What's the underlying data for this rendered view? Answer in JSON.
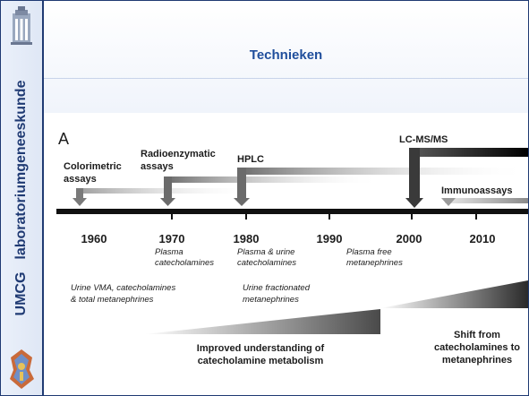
{
  "header": {
    "title": "Technieken"
  },
  "sidebar": {
    "org": "UMCG",
    "department": "laboratoriumgeneeskunde"
  },
  "figure": {
    "panel_label": "A",
    "techniques": [
      {
        "line1": "Colorimetric",
        "line2": "assays"
      },
      {
        "line1": "Radioenzymatic",
        "line2": "assays"
      },
      {
        "line1": "HPLC",
        "line2": ""
      },
      {
        "line1": "LC-MS/MS",
        "line2": ""
      },
      {
        "line1": "Immunoassays",
        "line2": ""
      }
    ],
    "years": [
      "1960",
      "1970",
      "1980",
      "1990",
      "2000",
      "2010"
    ],
    "milestones": [
      {
        "line1": "Plasma",
        "line2": "catecholamines"
      },
      {
        "line1": "Plasma & urine",
        "line2": "catecholamines"
      },
      {
        "line1": "Plasma free",
        "line2": "metanephrines"
      }
    ],
    "urine_notes": [
      {
        "line1": "Urine VMA, catecholamines",
        "line2": "& total metanephrines"
      },
      {
        "line1": "Urine fractionated",
        "line2": "metanephrines"
      }
    ],
    "trends": [
      {
        "line1": "Improved understanding of",
        "line2": "catecholamine metabolism"
      },
      {
        "line1": "Shift from",
        "line2": "catecholamines to",
        "line3": "metanephrines"
      }
    ]
  }
}
